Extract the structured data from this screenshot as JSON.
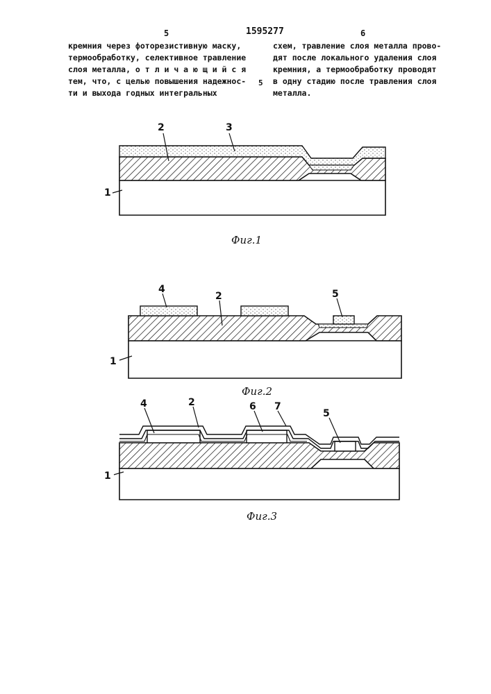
{
  "header": {
    "page_left": "5",
    "patent_number": "1595277",
    "page_right": "6"
  },
  "left_column": [
    "кремния через фоторезистивную маску,",
    "термообработку, селективное травление",
    "слоя металла, о т л и ч а ю щ и й с я",
    "тем, что, с целью повышения надежнос-",
    "ти и  выхода годных интегральных"
  ],
  "line_marker": "5",
  "right_column": [
    "схем, травление слоя металла прово-",
    "дят после локального удаления слоя",
    "кремния, а термообработку проводят",
    "в одну стадию после травления слоя",
    "металла."
  ],
  "figures": [
    {
      "caption": "Фиг.1",
      "labels": [
        "1",
        "2",
        "3"
      ]
    },
    {
      "caption": "Фиг.2",
      "labels": [
        "1",
        "2",
        "4",
        "5"
      ]
    },
    {
      "caption": "Фиг.3",
      "labels": [
        "1",
        "2",
        "4",
        "5",
        "6",
        "7"
      ]
    }
  ]
}
